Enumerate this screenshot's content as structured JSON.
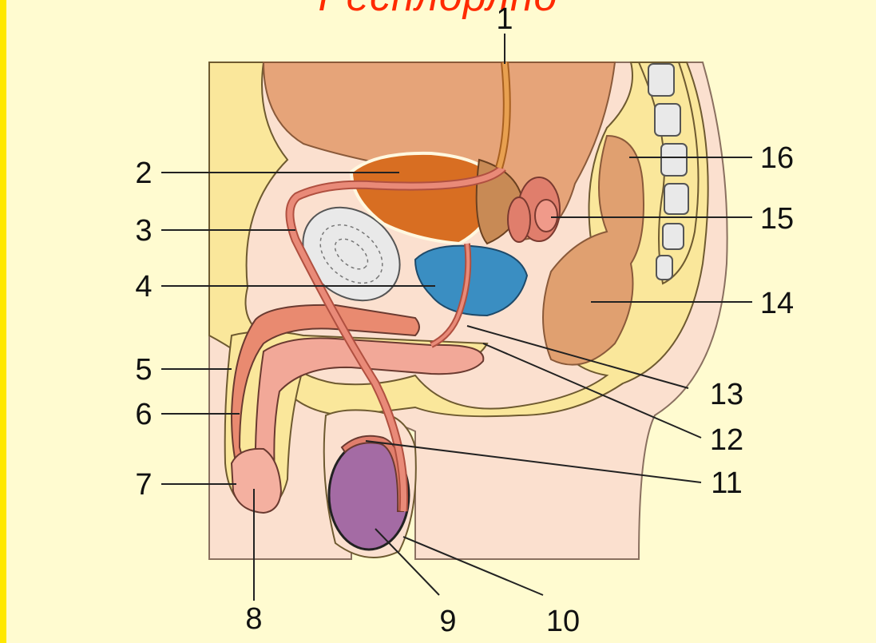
{
  "title": "Респлорлпо",
  "callouts": {
    "c1": "1",
    "c2": "2",
    "c3": "3",
    "c4": "4",
    "c5": "5",
    "c6": "6",
    "c7": "7",
    "c8": "8",
    "c9": "9",
    "c10": "10",
    "c11": "11",
    "c12": "12",
    "c13": "13",
    "c14": "14",
    "c15": "15",
    "c16": "16"
  },
  "colors": {
    "background": "#fffbd0",
    "edge": "#ffe800",
    "title": "#ff2a00",
    "tissue": "#fae79b",
    "skin": "#fbe0cf",
    "organ_tan": "#e6a479",
    "bladder": "#d86e22",
    "vessel": "#e07e6c",
    "prostate": "#3a8ec2",
    "testis": "#a46ba4",
    "bone": "#e9e9e9"
  }
}
